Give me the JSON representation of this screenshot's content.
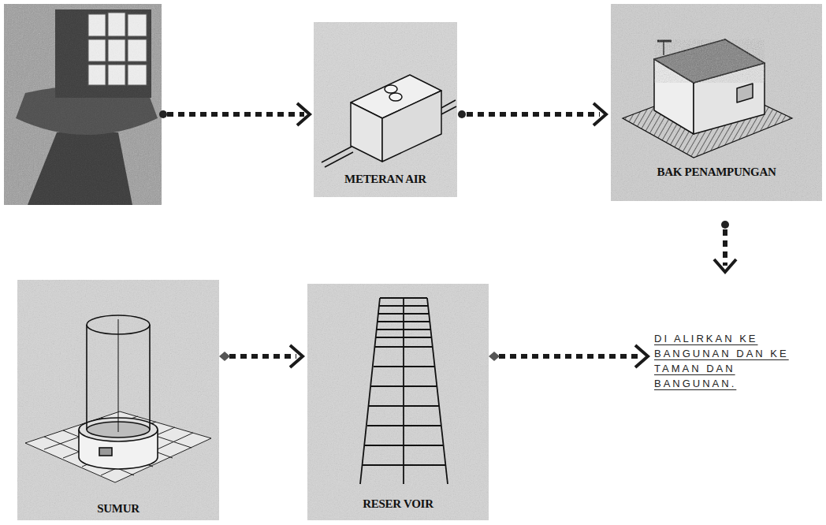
{
  "diagram": {
    "nodes": [
      {
        "text": [
          "METERAN AIR"
        ]
      },
      {
        "text": [
          "BAK PENAMPUNGAN"
        ]
      },
      {
        "text": [
          "SUMUR"
        ]
      },
      {
        "text": [
          "RESER VOIR"
        ]
      },
      {
        "text": [
          "DI ALIRKAN KE BANGUNAN DAN KE TAMAN DAN BANGUNAN."
        ]
      }
    ],
    "edges": [
      {
        "from": 0,
        "to": 1,
        "arrow": "to"
      },
      {
        "from": 1,
        "to": 4,
        "arrow": "to"
      },
      {
        "from": 2,
        "to": 3,
        "arrow": "to"
      },
      {
        "from": 3,
        "to": 4,
        "arrow": "to"
      }
    ]
  }
}
